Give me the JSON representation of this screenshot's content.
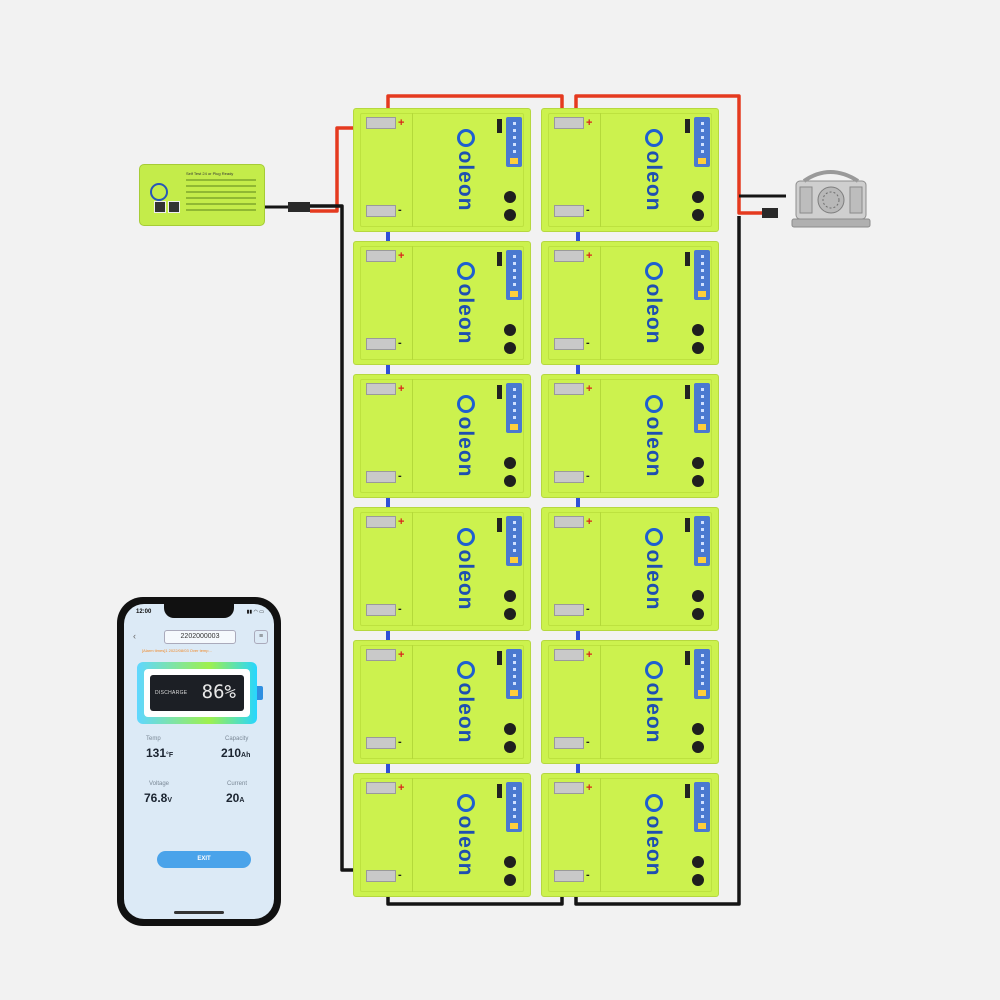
{
  "colors": {
    "background": "#f2f2f2",
    "battery": "#ccf24e",
    "positive_wire": "#e53a1f",
    "negative_wire": "#151515",
    "series_link": "#2f4fd8",
    "brand": "#1e4fb0"
  },
  "battery": {
    "brand": "oleon",
    "plus_symbol": "+",
    "minus_symbol": "-",
    "count": 12
  },
  "monitor": {
    "title": "Self Test 24 or Plug Ready",
    "icon": "oleon-logo-icon"
  },
  "charger": {
    "icon": "charger-icon"
  },
  "phone": {
    "time": "12:00",
    "status_icons": "▮▮ ◠ ▭",
    "back_icon": "‹",
    "device_id": "2202000003",
    "menu_icon": "≡",
    "alert": "[Alarm times]1 2022/08/03 Over temp...",
    "battery_state": "DISCHARGE",
    "charge_percent": "86%",
    "temp_label": "Temp",
    "temp_value": "131",
    "temp_unit": "°F",
    "capacity_label": "Capacity",
    "capacity_value": "210",
    "capacity_unit": "Ah",
    "voltage_label": "Voltage",
    "voltage_value": "76.8",
    "voltage_unit": "V",
    "current_label": "Current",
    "current_value": "20",
    "current_unit": "A",
    "exit_label": "EXIT"
  }
}
